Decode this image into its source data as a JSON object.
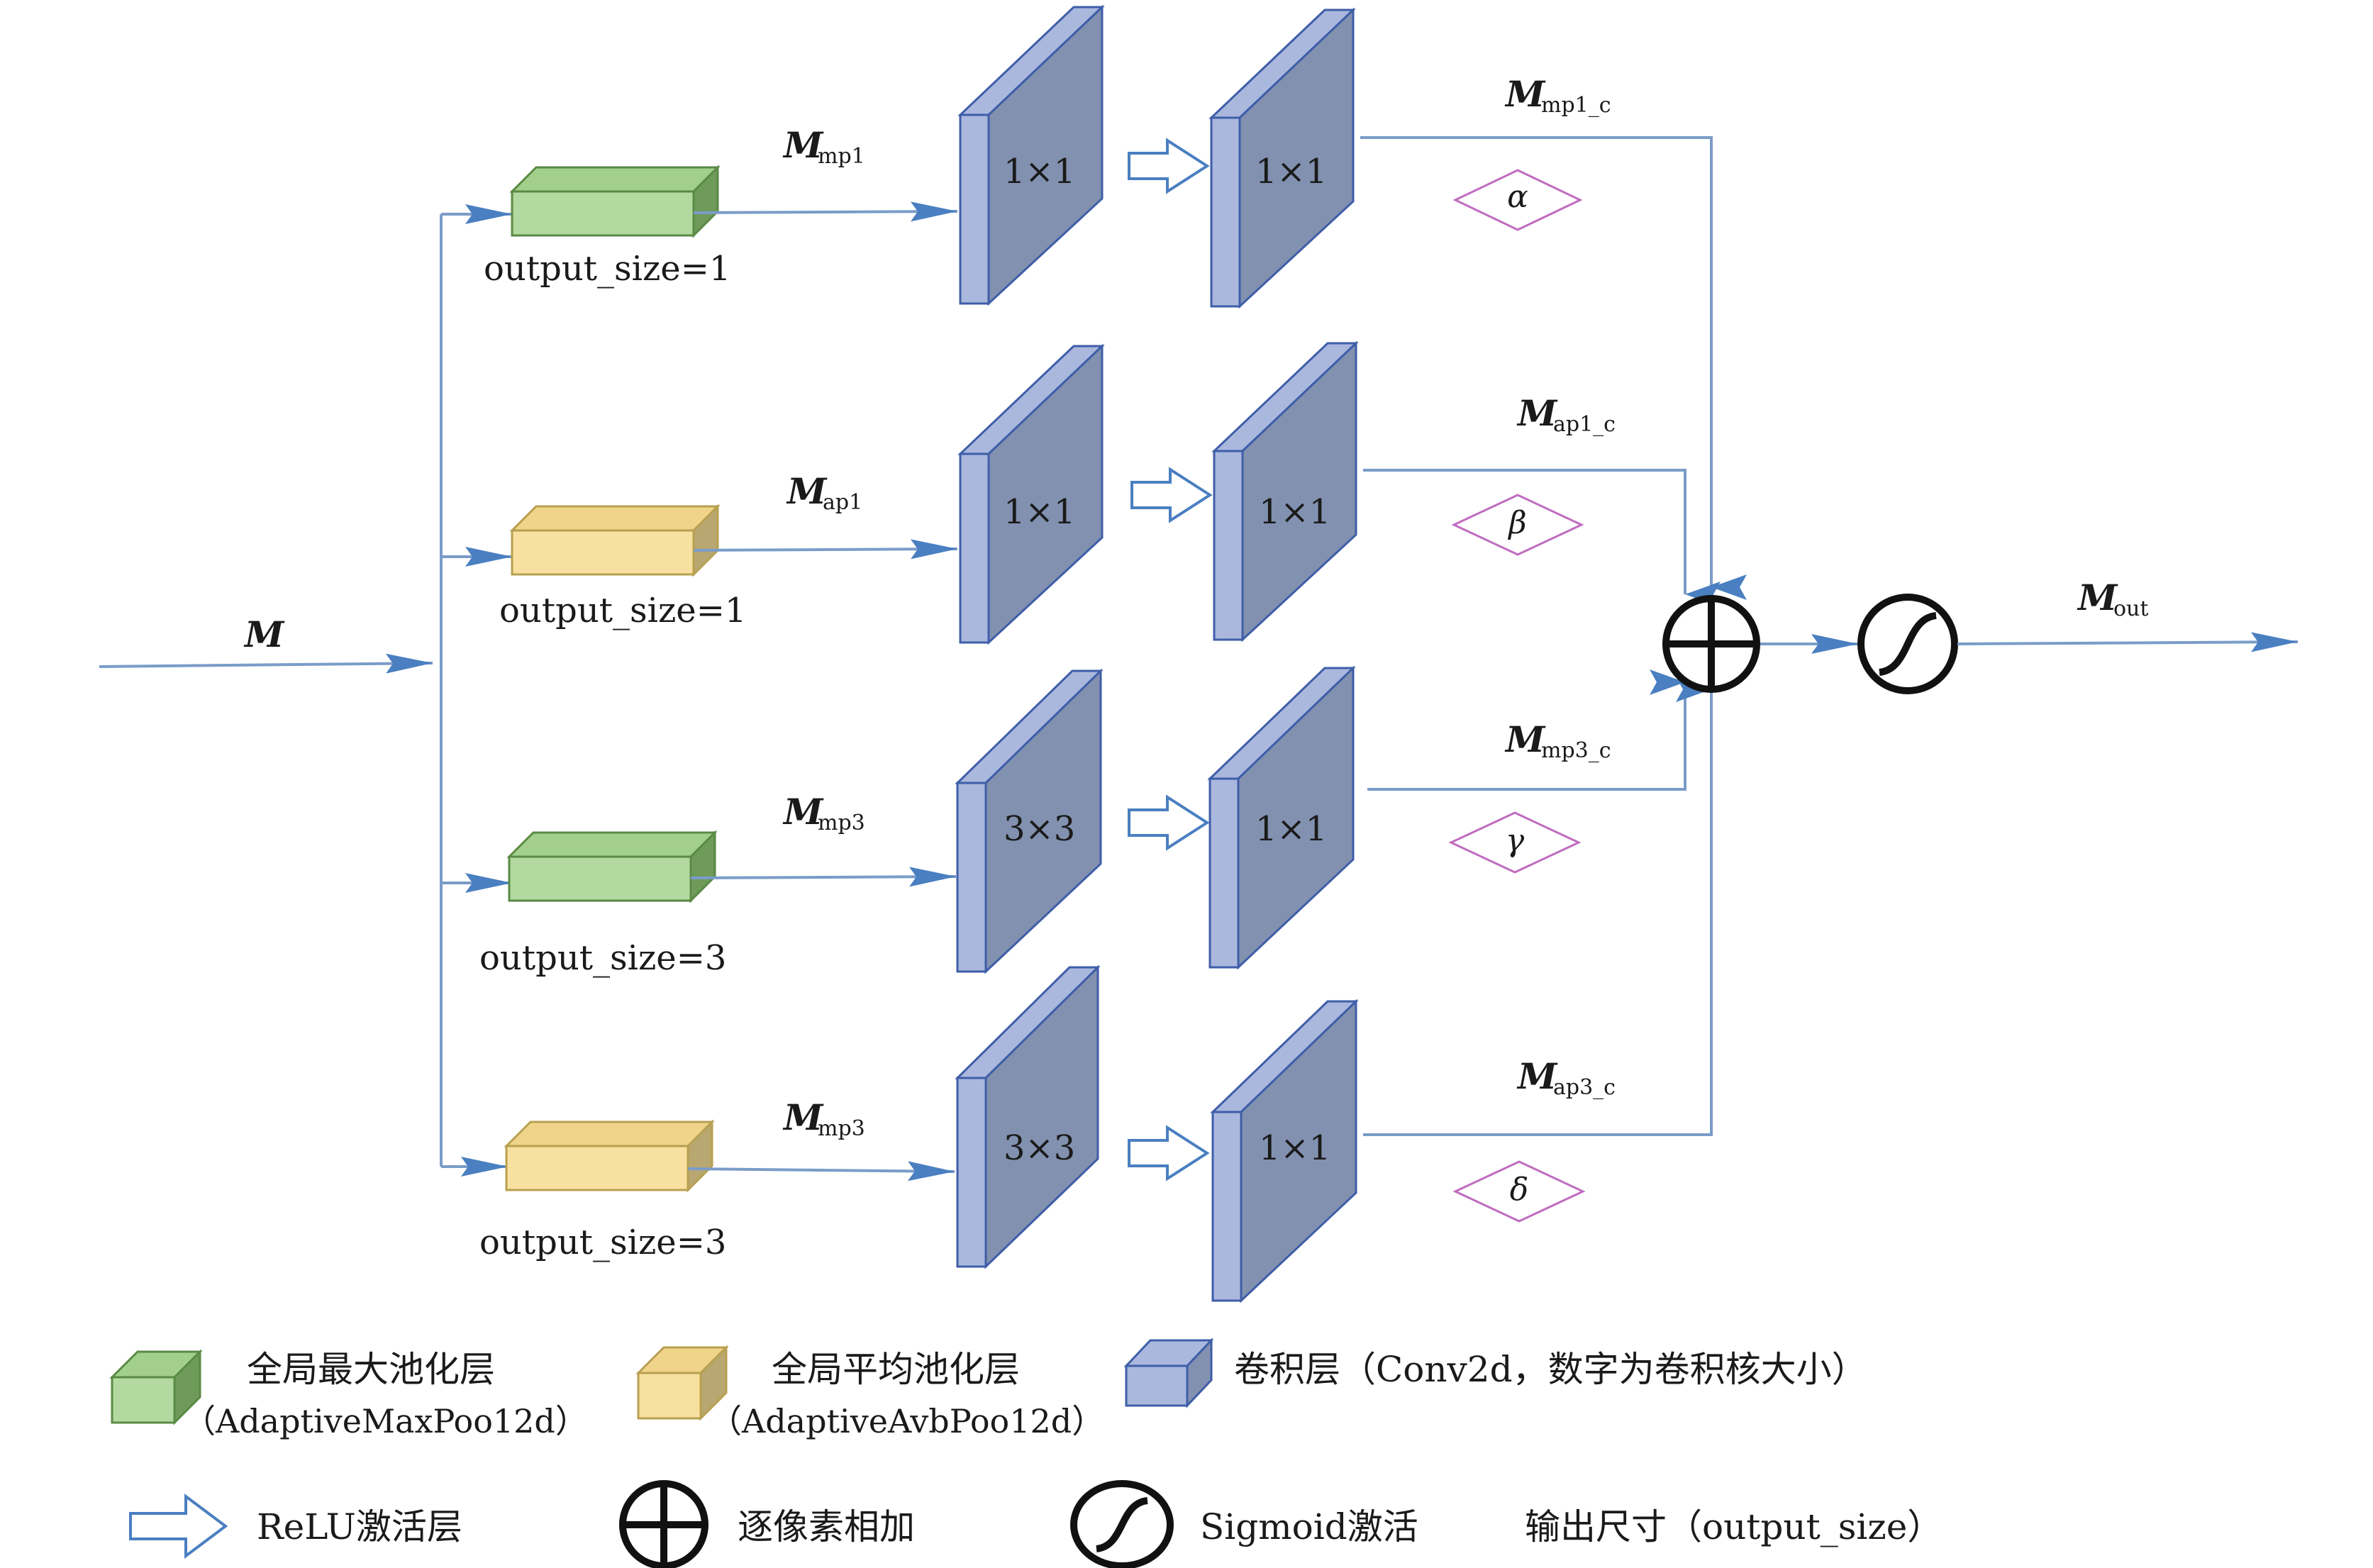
{
  "input": {
    "sym": "M"
  },
  "branches": [
    {
      "pool_label": "output_size=1",
      "pool_type": "max",
      "pool_out_sym": "M",
      "pool_out_sub": "mp1",
      "conv1_label": "1×1",
      "conv2_label": "1×1",
      "out_sym": "M",
      "out_sub": "mp1_c",
      "weight": "α"
    },
    {
      "pool_label": "output_size=1",
      "pool_type": "avg",
      "pool_out_sym": "M",
      "pool_out_sub": "ap1",
      "conv1_label": "1×1",
      "conv2_label": "1×1",
      "out_sym": "M",
      "out_sub": "ap1_c",
      "weight": "β"
    },
    {
      "pool_label": "output_size=3",
      "pool_type": "max",
      "pool_out_sym": "M",
      "pool_out_sub": "mp3",
      "conv1_label": "3×3",
      "conv2_label": "1×1",
      "out_sym": "M",
      "out_sub": "mp3_c",
      "weight": "γ"
    },
    {
      "pool_label": "output_size=3",
      "pool_type": "avg",
      "pool_out_sym": "M",
      "pool_out_sub": "mp3",
      "conv1_label": "3×3",
      "conv2_label": "1×1",
      "out_sym": "M",
      "out_sub": "ap3_c",
      "weight": "δ"
    }
  ],
  "output": {
    "sym": "M",
    "sub": "out"
  },
  "legend": {
    "max_pool": {
      "line1": "全局最大池化层",
      "line2": "（AdaptiveMaxPoo12d）"
    },
    "avg_pool": {
      "line1": "全局平均池化层",
      "line2": "（AdaptiveAvbPoo12d）"
    },
    "conv": {
      "text": "卷积层（Conv2d，数字为卷积核大小）"
    },
    "relu": {
      "text": "ReLU激活层"
    },
    "add": {
      "text": "逐像素相加"
    },
    "sigmoid": {
      "text": "Sigmoid激活"
    },
    "output_size": {
      "text": "输出尺寸（output_size）"
    }
  },
  "colors": {
    "arrow": "#4a7fc1",
    "line": "#7a9cc8",
    "max_pool_front": "#b3d9a0",
    "max_pool_top": "#a3cf8d",
    "max_pool_side": "#6e9a5a",
    "max_pool_stroke": "#5a8a45",
    "avg_pool_front": "#f7e0a0",
    "avg_pool_top": "#f0d48a",
    "avg_pool_side": "#b8a770",
    "avg_pool_stroke": "#b8a050",
    "conv_front": "#aab8de",
    "conv_side": "#8291b0",
    "conv_stroke": "#3f5ea8",
    "weight_stroke": "#c06cc0"
  }
}
